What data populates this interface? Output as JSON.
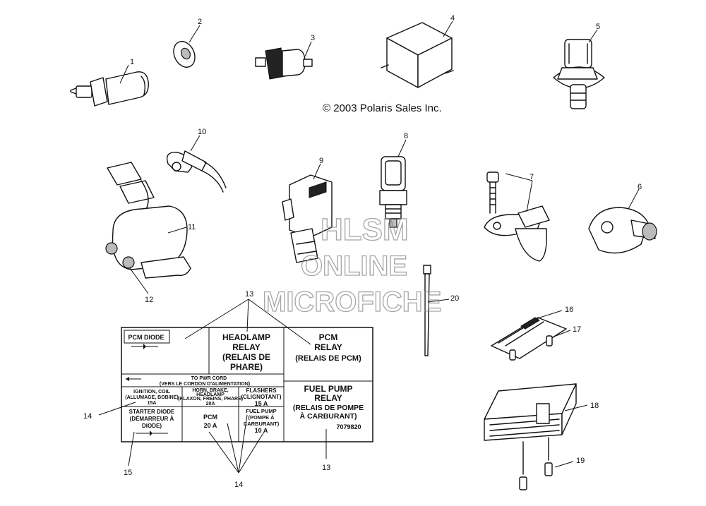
{
  "copyright": "© 2003 Polaris Sales Inc.",
  "watermark": [
    "HLSM",
    "ONLINE",
    "MICROFICHE"
  ],
  "callouts": [
    "1",
    "2",
    "3",
    "4",
    "5",
    "6",
    "7",
    "8",
    "9",
    "10",
    "11",
    "12",
    "13",
    "14",
    "15",
    "16",
    "17",
    "18",
    "19",
    "20"
  ],
  "decal": {
    "pcm_diode": "PCM DIODE",
    "headlamp_relay": [
      "HEADLAMP",
      "RELAY",
      "(RELAIS DE",
      "PHARE)"
    ],
    "pcm_relay": [
      "PCM",
      "RELAY",
      "(RELAIS DE PCM)"
    ],
    "pwr_cord": [
      "TO PWR CORD",
      "(VERS LE CORDON D'ALIMENTATION)"
    ],
    "ignition": [
      "IGNITION, COIL",
      "(ALLUMAGE, BOBINE)",
      "15A"
    ],
    "horn": [
      "HORN, BRAKE,",
      "HEADLAMP",
      "(KLAXON, FREINS, PHARE)",
      "20A"
    ],
    "flashers": [
      "FLASHERS",
      "(CLIGNOTANT)",
      "15 A"
    ],
    "fuel_pump_relay": [
      "FUEL PUMP",
      "RELAY",
      "(RELAIS DE POMPE",
      "À CARBURANT)"
    ],
    "part_number": "7079820",
    "starter_diode": [
      "STARTER DIODE",
      "(DÉMARREUR À",
      "DIODE)"
    ],
    "pcm_fuse": [
      "PCM",
      "20 A"
    ],
    "fuel_pump_fuse": [
      "FUEL PUMP",
      "(POMPE À",
      "CARBURANT)",
      "10 A"
    ]
  }
}
